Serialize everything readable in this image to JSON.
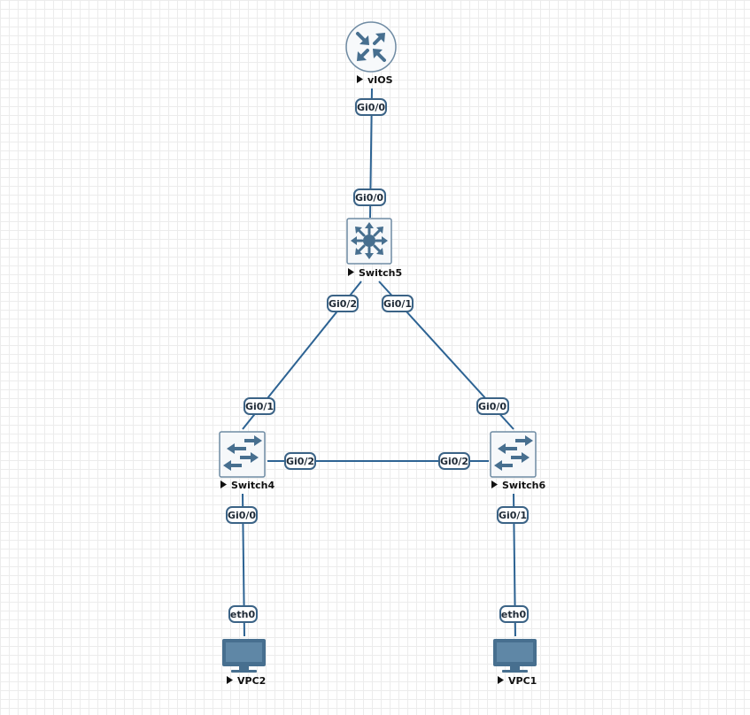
{
  "nodes": {
    "vios": {
      "label": "vIOS",
      "icon": "router-icon"
    },
    "switch5": {
      "label": "Switch5",
      "icon": "multilayer-switch-icon"
    },
    "switch4": {
      "label": "Switch4",
      "icon": "l2-switch-icon"
    },
    "switch6": {
      "label": "Switch6",
      "icon": "l2-switch-icon"
    },
    "vpc2": {
      "label": "VPC2",
      "icon": "pc-monitor-icon"
    },
    "vpc1": {
      "label": "VPC1",
      "icon": "pc-monitor-icon"
    }
  },
  "links": [
    {
      "from": "vIOS",
      "from_port": "Gi0/0",
      "to": "Switch5",
      "to_port": "Gi0/0"
    },
    {
      "from": "Switch5",
      "from_port": "Gi0/2",
      "to": "Switch4",
      "to_port": "Gi0/1"
    },
    {
      "from": "Switch5",
      "from_port": "Gi0/1",
      "to": "Switch6",
      "to_port": "Gi0/0"
    },
    {
      "from": "Switch4",
      "from_port": "Gi0/2",
      "to": "Switch6",
      "to_port": "Gi0/2"
    },
    {
      "from": "Switch4",
      "from_port": "Gi0/0",
      "to": "VPC2",
      "to_port": "eth0"
    },
    {
      "from": "Switch6",
      "from_port": "Gi0/1",
      "to": "VPC1",
      "to_port": "eth0"
    }
  ],
  "colors": {
    "link": "#2d6393",
    "icon": "#476f8f",
    "port_border": "#3b6386",
    "grid": "#ececec"
  }
}
